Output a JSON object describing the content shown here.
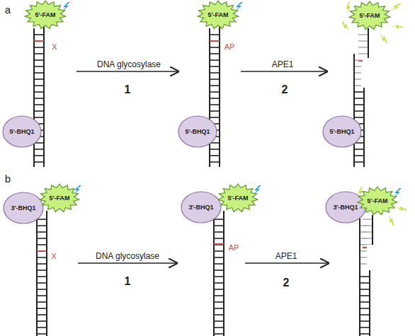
{
  "diagram": {
    "nodes": [
      {
        "text": [
          "5'-FAM"
        ]
      },
      {
        "text": [
          "5'-FAM"
        ]
      },
      {
        "text": [
          "5'-FAM"
        ]
      },
      {
        "text": [
          "5'-BHQ1"
        ]
      },
      {
        "text": [
          "5'-BHQ1"
        ]
      },
      {
        "text": [
          "5'-BHQ1"
        ]
      },
      {
        "text": [
          "3'-BHQ1"
        ]
      },
      {
        "text": [
          "5'-FAM"
        ]
      },
      {
        "text": [
          "3'-BHQ1"
        ]
      },
      {
        "text": [
          "5'-FAM"
        ]
      },
      {
        "text": [
          "3'-BHQ1"
        ]
      },
      {
        "text": [
          "5'-FAM"
        ]
      }
    ],
    "labels": [
      "a",
      "X",
      "DNA glycosylase",
      "1",
      "AP",
      "APE1",
      "2",
      "b",
      "X",
      "DNA glycosylase",
      "1",
      "AP",
      "APE1",
      "2"
    ]
  }
}
